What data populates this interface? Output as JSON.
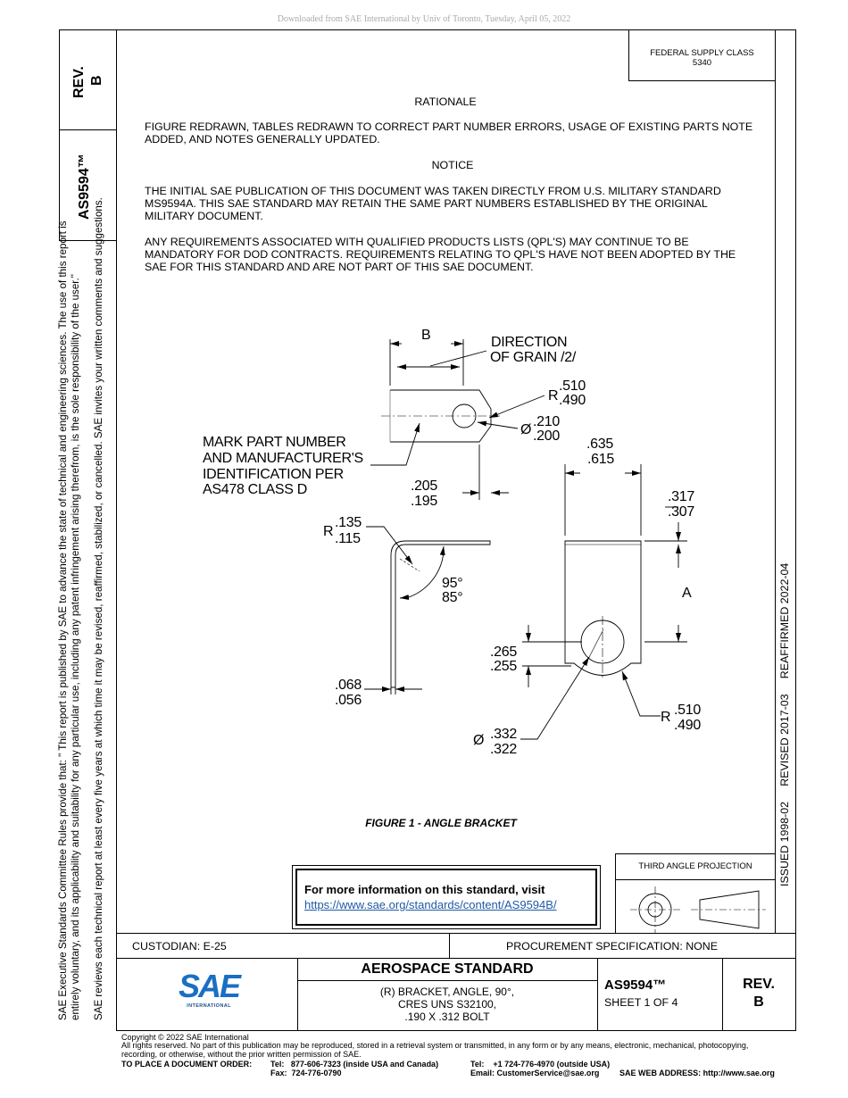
{
  "download_banner": "Downloaded from SAE International by Univ of Toronto, Tuesday, April 05, 2022",
  "side": {
    "rev_label": "REV.",
    "rev_value": "B",
    "doc_number": "AS9594™",
    "disclaimer_1": "SAE Executive Standards Committee Rules provide that: \"  This report is published by SAE to advance the state of technical and engineering sciences. The use of this report is",
    "disclaimer_2": "entirely voluntary, and its applicability and suitability for any particular use, including any patent infringement arising therefrom, is the sole responsibility of the user.\"",
    "disclaimer_3": "SAE reviews each technical report at least every five years at which time it may be revised, reaffirmed, stabilized, or cancelled. SAE invites your written comments and suggestions.",
    "history": "ISSUED 1998-02     REVISED 2017-03     REAFFIRMED 2022-04"
  },
  "fsc": {
    "line1": "FEDERAL SUPPLY CLASS",
    "line2": "5340"
  },
  "rationale": {
    "heading": "RATIONALE",
    "body": "FIGURE REDRAWN, TABLES REDRAWN TO CORRECT PART NUMBER ERRORS, USAGE OF EXISTING PARTS NOTE ADDED, AND NOTES GENERALLY UPDATED."
  },
  "notice": {
    "heading": "NOTICE",
    "para1": "THE INITIAL SAE PUBLICATION OF THIS DOCUMENT WAS TAKEN DIRECTLY FROM U.S. MILITARY STANDARD MS9594A. THIS SAE STANDARD MAY RETAIN THE SAME PART NUMBERS ESTABLISHED BY THE ORIGINAL MILITARY DOCUMENT.",
    "para2": "ANY REQUIREMENTS ASSOCIATED WITH QUALIFIED PRODUCTS LISTS (QPL'S) MAY CONTINUE TO BE MANDATORY FOR DOD CONTRACTS. REQUIREMENTS RELATING TO QPL'S HAVE NOT BEEN ADOPTED BY THE SAE FOR THIS STANDARD AND ARE NOT PART OF THIS SAE DOCUMENT."
  },
  "drawing": {
    "dim_b": "B",
    "direction_1": "DIRECTION",
    "direction_2": "OF GRAIN /2/",
    "r_sym": "R",
    "r1_hi": ".510",
    "r1_lo": ".490",
    "dia_sym": "Ø",
    "d1_hi": ".210",
    "d1_lo": ".200",
    "mark_1": "MARK PART NUMBER",
    "mark_2": "AND MANUFACTURER'S",
    "mark_3": "IDENTIFICATION PER",
    "mark_4": "AS478 CLASS D",
    "w_hi": ".635",
    "w_lo": ".615",
    "e_hi": ".205",
    "e_lo": ".195",
    "f_hi": ".317",
    "f_lo": ".307",
    "bend_hi": ".135",
    "bend_lo": ".115",
    "ang_hi": "95°",
    "ang_lo": "85°",
    "dim_a": "A",
    "h_hi": ".265",
    "h_lo": ".255",
    "t_hi": ".068",
    "t_lo": ".056",
    "r2_hi": ".510",
    "r2_lo": ".490",
    "d2_hi": ".332",
    "d2_lo": ".322",
    "caption": "FIGURE 1 - ANGLE BRACKET"
  },
  "info_box": {
    "text": "For more information on this standard, visit",
    "link": "https://www.sae.org/standards/content/AS9594B/"
  },
  "projection_label": "THIRD ANGLE PROJECTION",
  "title_block": {
    "custodian": "CUSTODIAN: E-25",
    "procurement": "PROCUREMENT SPECIFICATION: NONE",
    "standard_type": "AEROSPACE STANDARD",
    "desc_1": "(R) BRACKET, ANGLE, 90°,",
    "desc_2": "CRES UNS S32100,",
    "desc_3": ".190 X .312 BOLT",
    "doc_number": "AS9594™",
    "sheet": "SHEET 1 OF 4",
    "rev_label": "REV.",
    "rev_value": "B",
    "logo_text": "SAE",
    "logo_sub": "INTERNATIONAL"
  },
  "footer": {
    "copyright": "Copyright © 2022 SAE International",
    "rights_1": "All rights reserved. No part of this publication may be reproduced, stored in a retrieval system or transmitted, in any form or by any means, electronic, mechanical, photocopying,",
    "rights_2": "recording, or otherwise, without the prior written permission of SAE.",
    "order_label": "TO PLACE A DOCUMENT ORDER:",
    "tel_us": "Tel:   877-606-7323 (inside USA and Canada)",
    "fax": "Fax:  724-776-0790",
    "tel_intl": "Tel:    +1 724-776-4970 (outside USA)",
    "email": "Email: CustomerService@sae.org",
    "web": "SAE WEB ADDRESS: http://www.sae.org"
  }
}
